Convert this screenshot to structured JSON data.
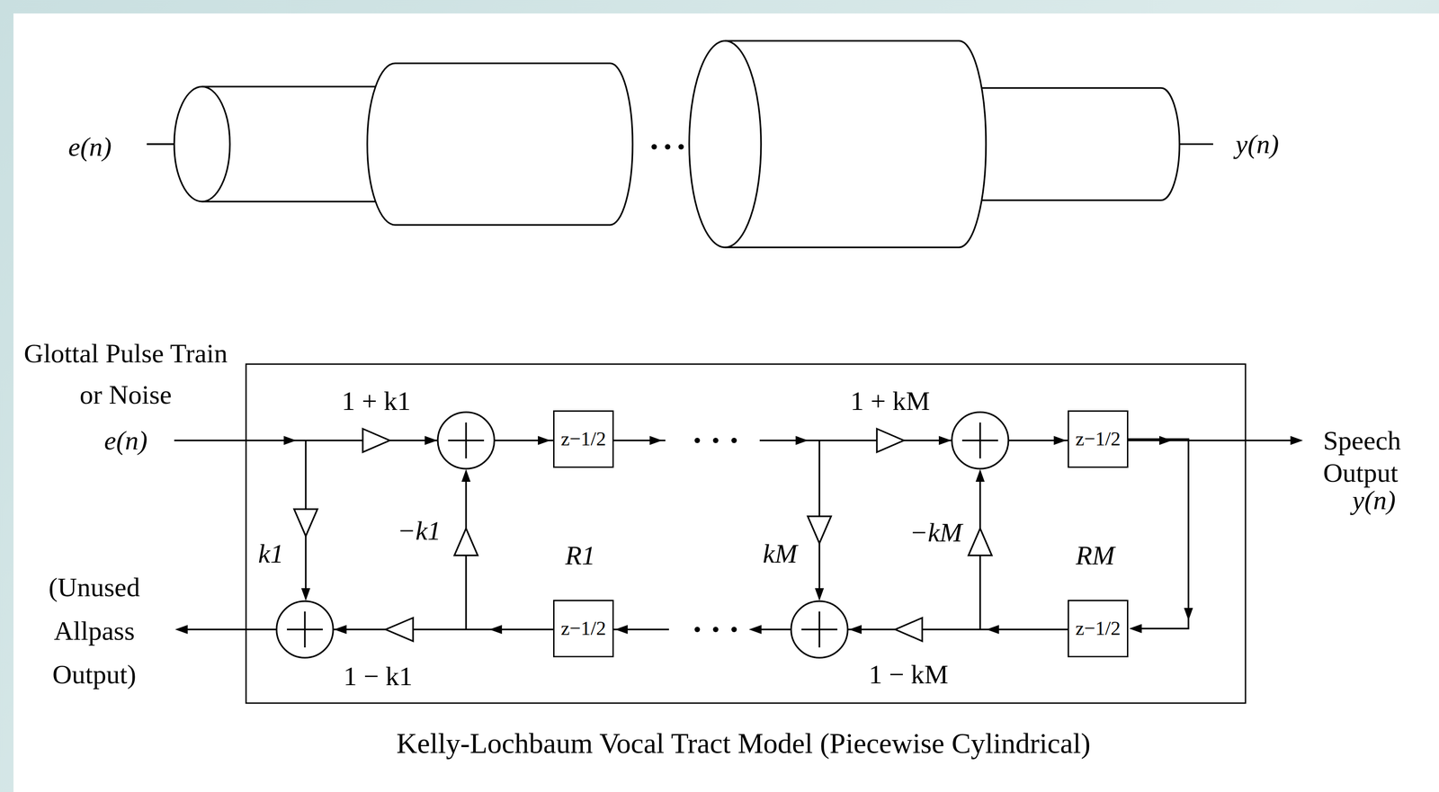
{
  "diagram": {
    "caption": "Kelly-Lochbaum Vocal Tract Model (Piecewise Cylindrical)",
    "nodes": [
      {
        "text": [
          "z−1/2"
        ]
      },
      {
        "text": [
          "z−1/2"
        ]
      },
      {
        "text": [
          "z−1/2"
        ]
      },
      {
        "text": [
          "z−1/2"
        ]
      }
    ],
    "edges": [
      {
        "from": 1,
        "to": 3,
        "arrow": "to"
      }
    ],
    "labels": [
      "e(n)",
      "y(n)",
      "Glottal Pulse Train or Noise",
      "e(n)",
      "1 + k1",
      "k1",
      "−k1",
      "R1",
      "1 − k1",
      "1 + kM",
      "kM",
      "−kM",
      "RM",
      "1 − kM",
      "Speech Output",
      "y(n)",
      "(Unused Allpass Output)"
    ]
  }
}
